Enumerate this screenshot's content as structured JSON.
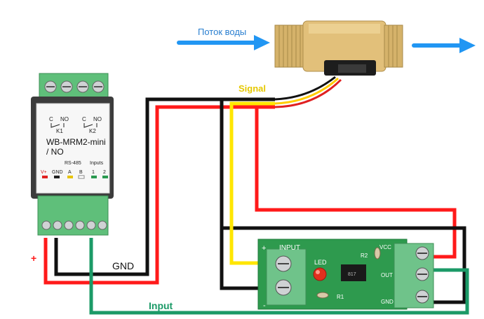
{
  "flow": {
    "label": "Поток воды"
  },
  "wires": {
    "signal_label": "Signal",
    "gnd_label": "GND",
    "input_label": "Input",
    "plus_label": "+"
  },
  "module": {
    "name_line1": "WB-MRM2-mini",
    "name_line2": "/ NO",
    "relay1_c": "C",
    "relay1_no": "NO",
    "relay1_id": "K1",
    "relay2_c": "C",
    "relay2_no": "NO",
    "relay2_id": "K2",
    "rs485_label": "RS-485",
    "inputs_label": "Inputs",
    "vplus": "V+",
    "gnd": "GND",
    "a": "A",
    "b": "B",
    "in1": "1",
    "in2": "2"
  },
  "board": {
    "input_label": "INPUT",
    "plus_mark": "+",
    "minus_mark": "-",
    "led_label": "LED",
    "r1_label": "R1",
    "r2_label": "R2",
    "vcc_label": "VCC",
    "out_label": "OUT",
    "gnd_label": "GND",
    "chip_text": "817"
  },
  "colors": {
    "red_wire": "#ff1a1a",
    "black_wire": "#111111",
    "yellow_wire": "#ffe600",
    "green_wire": "#1b9a67",
    "flow_arrow": "#2196f3",
    "terminal_green": "#5fbf7a",
    "board_green": "#2e9a4e"
  }
}
